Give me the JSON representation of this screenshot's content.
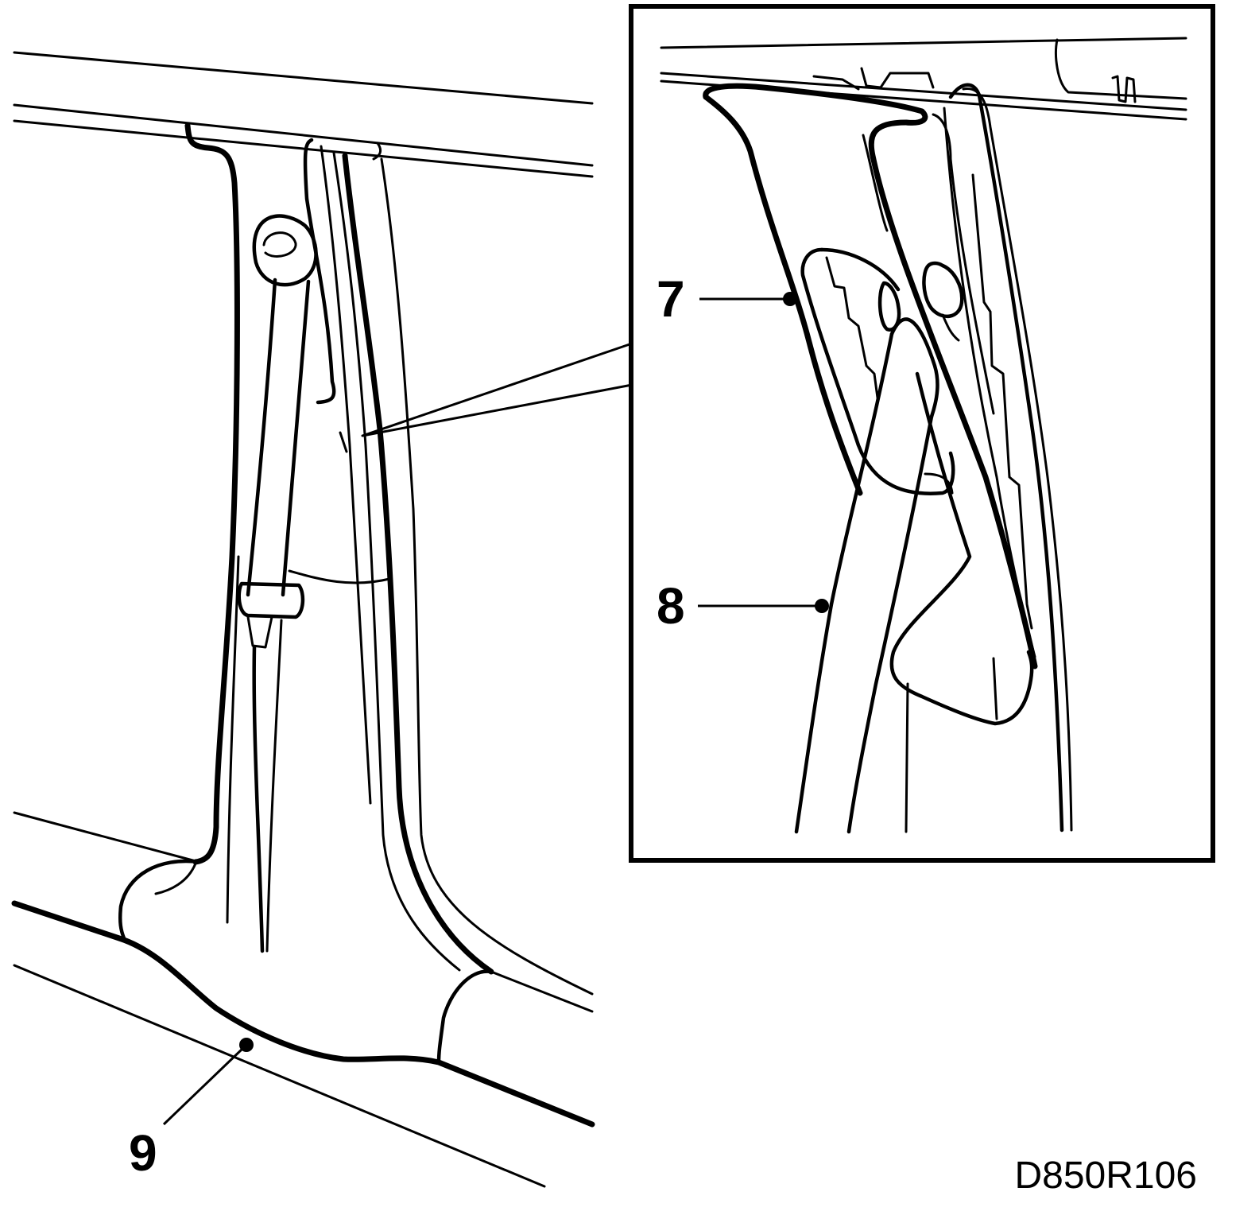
{
  "callouts": [
    {
      "id": "7",
      "label": "7"
    },
    {
      "id": "8",
      "label": "8"
    },
    {
      "id": "9",
      "label": "9"
    }
  ],
  "figure_code": "D850R106",
  "colors": {
    "ink": "#000000",
    "paper": "#ffffff"
  }
}
